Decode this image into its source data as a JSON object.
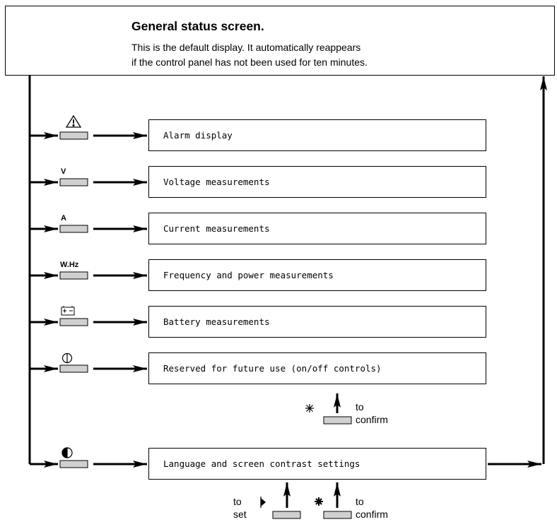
{
  "header": {
    "title": "General status screen.",
    "line1": "This is the default display. It automatically reappears",
    "line2": "if the control panel has not been used for ten minutes."
  },
  "menu_items": [
    {
      "button_icon": "warning-triangle-icon",
      "screen_text": "Alarm display"
    },
    {
      "button_label": "V",
      "screen_text": "Voltage measurements"
    },
    {
      "button_label": "A",
      "screen_text": "Current measurements"
    },
    {
      "button_label": "W.Hz",
      "screen_text": "Frequency and power measurements"
    },
    {
      "button_icon": "battery-icon",
      "screen_text": "Battery measurements"
    },
    {
      "button_icon": "power-circle-icon",
      "screen_text": "Reserved for future use (on/off controls)"
    },
    {
      "button_icon": "half-circle-contrast-icon",
      "screen_text": "Language and screen contrast settings"
    }
  ],
  "confirm_label_line1": "to",
  "confirm_label_line2": "confirm",
  "set_label_line1": "to",
  "set_label_line2": "set",
  "icons": {
    "confirm_symbol": "asterisk-icon",
    "set_symbol": "arrow-head-icon"
  }
}
